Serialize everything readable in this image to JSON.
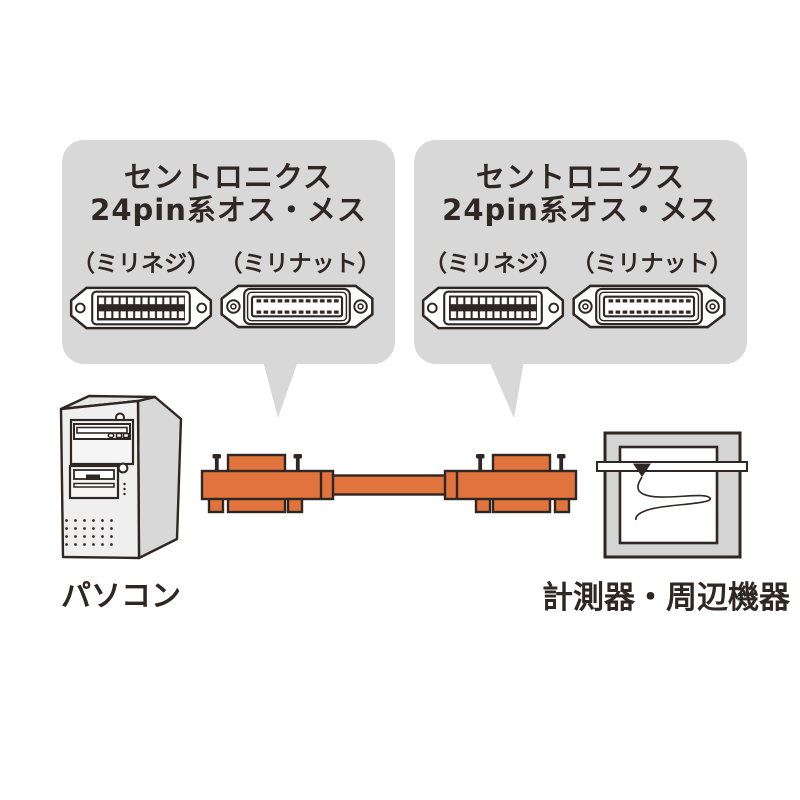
{
  "colors": {
    "background": "#ffffff",
    "bubble_gray": "#d8d8d8",
    "ink": "#2e2723",
    "cable_orange": "#e0743c",
    "instrument_frame_gray": "#d4d4d4",
    "pc_front_gray": "#efefef",
    "pc_side_gray": "#d8d8d8",
    "pc_top_gray": "#e6e6e6"
  },
  "callouts": [
    {
      "title_line1": "セントロニクス",
      "title_line2": "24pin系オス・メス",
      "screw_label": "（ミリネジ）",
      "nut_label": "（ミリナット）"
    },
    {
      "title_line1": "セントロニクス",
      "title_line2": "24pin系オス・メス",
      "screw_label": "（ミリネジ）",
      "nut_label": "（ミリナット）"
    }
  ],
  "devices": {
    "pc_label": "パソコン",
    "instrument_label": "計測器・周辺機器"
  },
  "icons": {
    "male_connector": "male-connector-icon",
    "female_connector": "female-connector-icon",
    "pc_tower": "pc-tower-illustration",
    "cable": "gpib-cable-illustration",
    "instrument": "plotter-instrument-illustration"
  }
}
